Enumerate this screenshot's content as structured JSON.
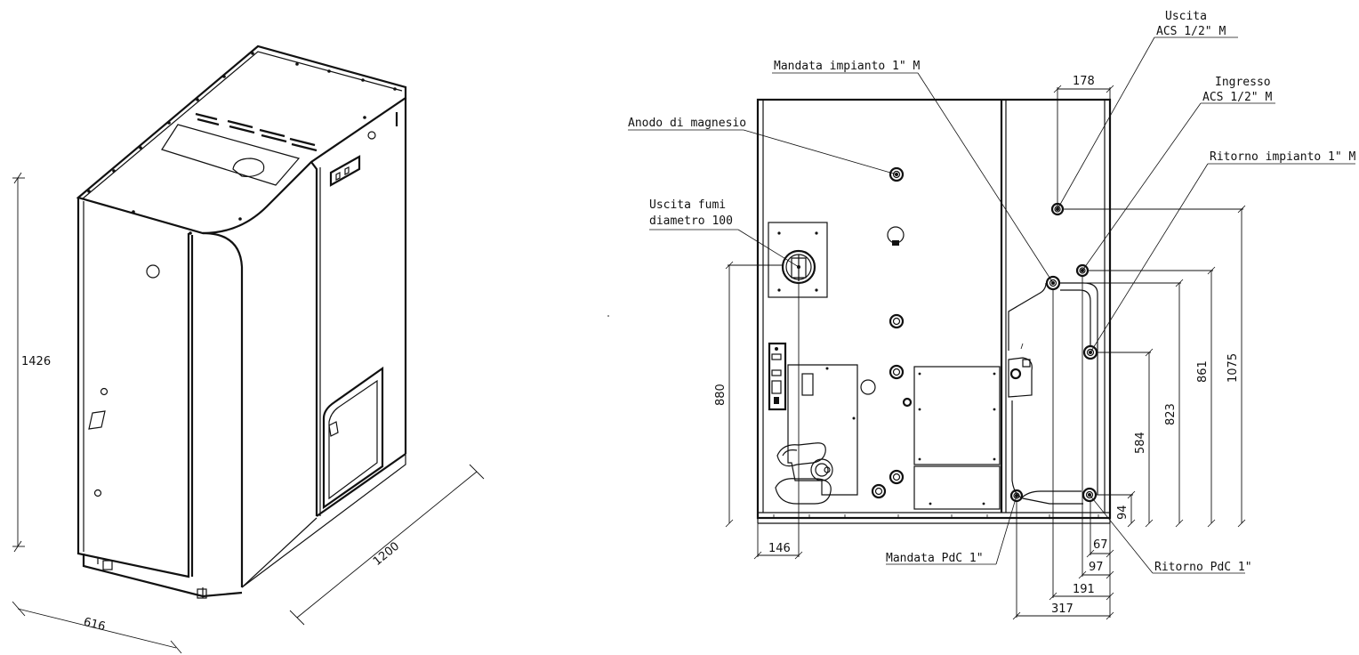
{
  "iso_view": {
    "dimensions": {
      "height": "1426",
      "width": "616",
      "depth": "1200"
    }
  },
  "rear_view": {
    "callouts": {
      "uscita_acs_l1": "Uscita",
      "uscita_acs_l2": "ACS 1/2\" M",
      "ingresso_acs_l1": "Ingresso",
      "ingresso_acs_l2": "ACS 1/2\" M",
      "mandata_impianto": "Mandata impianto 1\" M",
      "anodo": "Anodo di magnesio",
      "ritorno_impianto": "Ritorno impianto 1\" M",
      "uscita_fumi_l1": "Uscita fumi",
      "uscita_fumi_l2": "diametro 100",
      "mandata_pdc": "Mandata PdC 1\"",
      "ritorno_pdc": "Ritorno PdC 1\""
    },
    "dimensions": {
      "d178": "178",
      "d880": "880",
      "d146": "146",
      "d1075": "1075",
      "d861": "861",
      "d823": "823",
      "d584": "584",
      "d94": "94",
      "d67": "67",
      "d97": "97",
      "d191": "191",
      "d317": "317"
    }
  }
}
